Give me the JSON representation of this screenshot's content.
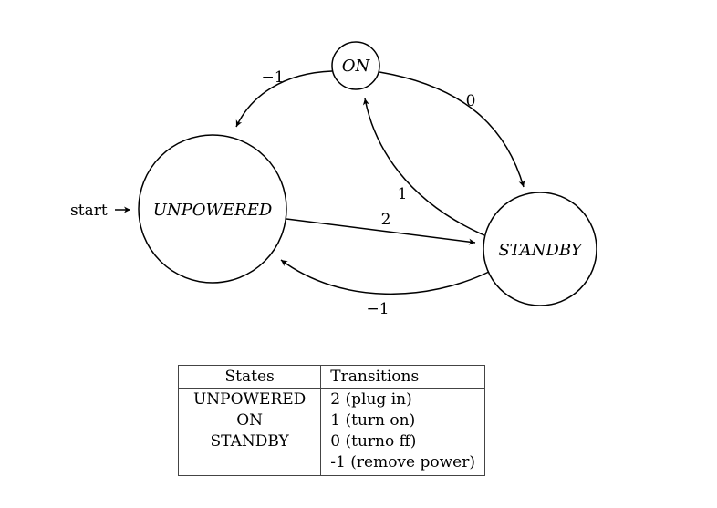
{
  "diagram": {
    "start_label": "start",
    "states": {
      "unpowered": "UNPOWERED",
      "on": "ON",
      "standby": "STANDBY"
    },
    "edges": {
      "on_to_unpowered": "−1",
      "on_to_standby": "0",
      "standby_to_on": "1",
      "unpowered_to_standby": "2",
      "standby_to_unpowered": "−1"
    }
  },
  "table": {
    "headers": {
      "states": "States",
      "transitions": "Transitions"
    },
    "rows": [
      {
        "state": "UNPOWERED",
        "transition": "2 (plug in)"
      },
      {
        "state": "ON",
        "transition": "1 (turn on)"
      },
      {
        "state": "STANDBY",
        "transition": "0 (turno ff)"
      },
      {
        "state": "",
        "transition": "-1 (remove power)"
      }
    ]
  }
}
